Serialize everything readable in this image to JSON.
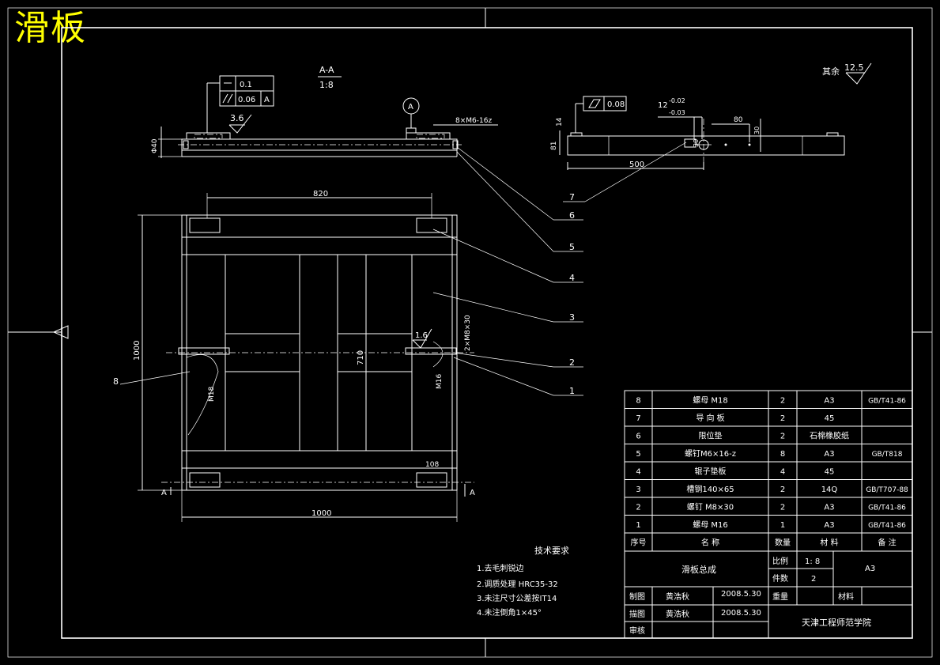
{
  "title": "滑板",
  "section_label": "A-A",
  "section_scale": "1:8",
  "roughness_other_label": "其余",
  "roughness_other_value": "12.5",
  "roughness_3_6": "3.6",
  "roughness_1_6": "1.6",
  "tolerance_flatness": "0.1",
  "tolerance_parallel": "0.06",
  "tolerance_datum": "A",
  "tolerance_flatness_right": "0.08",
  "datum_circle": "A",
  "dims": {
    "bolt_note": "8×M6-16z",
    "thick_40": "Φ40",
    "w820": "820",
    "h1000": "1000",
    "w1000": "1000",
    "h710": "710",
    "m18": "M18",
    "m16": "M16",
    "d108": "108",
    "m8x30": "2×M8×30",
    "tol_12": "12",
    "tol_upper": "-0.02",
    "tol_lower": "-0.03",
    "d80": "80",
    "d30": "30",
    "d14": "14",
    "d81": "81",
    "d500": "500",
    "d30b": "30",
    "section_a_left": "A",
    "section_a_right": "A"
  },
  "balloons": [
    "7",
    "6",
    "5",
    "4",
    "3",
    "2",
    "1",
    "8"
  ],
  "tech": {
    "heading": "技术要求",
    "items": [
      "1.去毛刺锐边",
      "2.调质处理 HRC35-32",
      "3.未注尺寸公差按IT14",
      "4.未注倒角1×45°"
    ]
  },
  "bom": {
    "rows": [
      {
        "no": "8",
        "name": "螺母 M18",
        "qty": "2",
        "mat": "A3",
        "note": "GB/T41-86"
      },
      {
        "no": "7",
        "name": "导 向 板",
        "qty": "2",
        "mat": "45",
        "note": ""
      },
      {
        "no": "6",
        "name": "限位垫",
        "qty": "2",
        "mat": "石棉橡胶纸",
        "note": ""
      },
      {
        "no": "5",
        "name": "螺钉M6×16-z",
        "qty": "8",
        "mat": "A3",
        "note": "GB/T818"
      },
      {
        "no": "4",
        "name": "辊子垫板",
        "qty": "4",
        "mat": "45",
        "note": ""
      },
      {
        "no": "3",
        "name": "槽钢140×65",
        "qty": "2",
        "mat": "14Q",
        "note": "GB/T707-88"
      },
      {
        "no": "2",
        "name": "螺钉 M8×30",
        "qty": "2",
        "mat": "A3",
        "note": "GB/T41-86"
      },
      {
        "no": "1",
        "name": "螺母 M16",
        "qty": "1",
        "mat": "A3",
        "note": "GB/T41-86"
      }
    ],
    "header": {
      "no": "序号",
      "name": "名    称",
      "qty": "数量",
      "mat": "材  料",
      "note": "备 注"
    }
  },
  "titleblock": {
    "assembly": "滑板总成",
    "scale_label": "比例",
    "scale_value": "1: 8",
    "count_label": "件数",
    "count_value": "2",
    "weight_label": "重量",
    "material_label": "材料",
    "sheet": "A3",
    "drawn_label": "制图",
    "drawn_name": "黄浩秋",
    "drawn_date": "2008.5.30",
    "traced_label": "描图",
    "traced_name": "黄浩秋",
    "traced_date": "2008.5.30",
    "check_label": "审核",
    "school": "天津工程师范学院"
  }
}
